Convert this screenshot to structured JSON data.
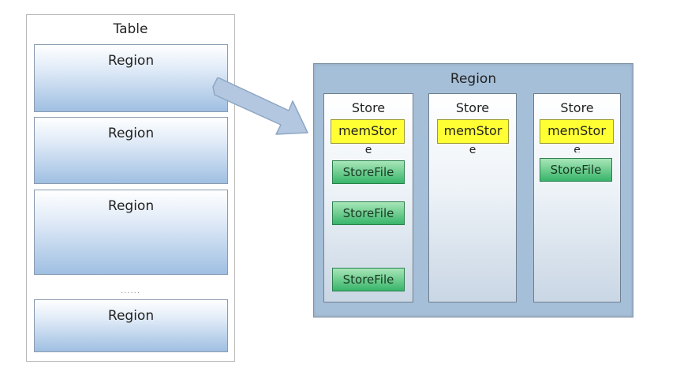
{
  "table": {
    "title": "Table",
    "regions": [
      "Region",
      "Region",
      "Region",
      "Region"
    ],
    "ellipsis": "......"
  },
  "region_detail": {
    "title": "Region",
    "stores": [
      {
        "label": "Store",
        "memstore": "memStor",
        "memstore_tail": "e",
        "storefiles": [
          "StoreFile",
          "StoreFile",
          "StoreFile"
        ]
      },
      {
        "label": "Store",
        "memstore": "memStor",
        "memstore_tail": "e",
        "storefiles": []
      },
      {
        "label": "Store",
        "memstore": "memStor",
        "memstore_tail": "e",
        "storefiles": [
          "StoreFile"
        ]
      }
    ]
  },
  "colors": {
    "region_gradient_bottom": "#9fbfe2",
    "region_panel": "#a6bfd8",
    "memstore": "#ffff33",
    "storefile": "#38b56a",
    "arrow": "#b3c8e0"
  }
}
